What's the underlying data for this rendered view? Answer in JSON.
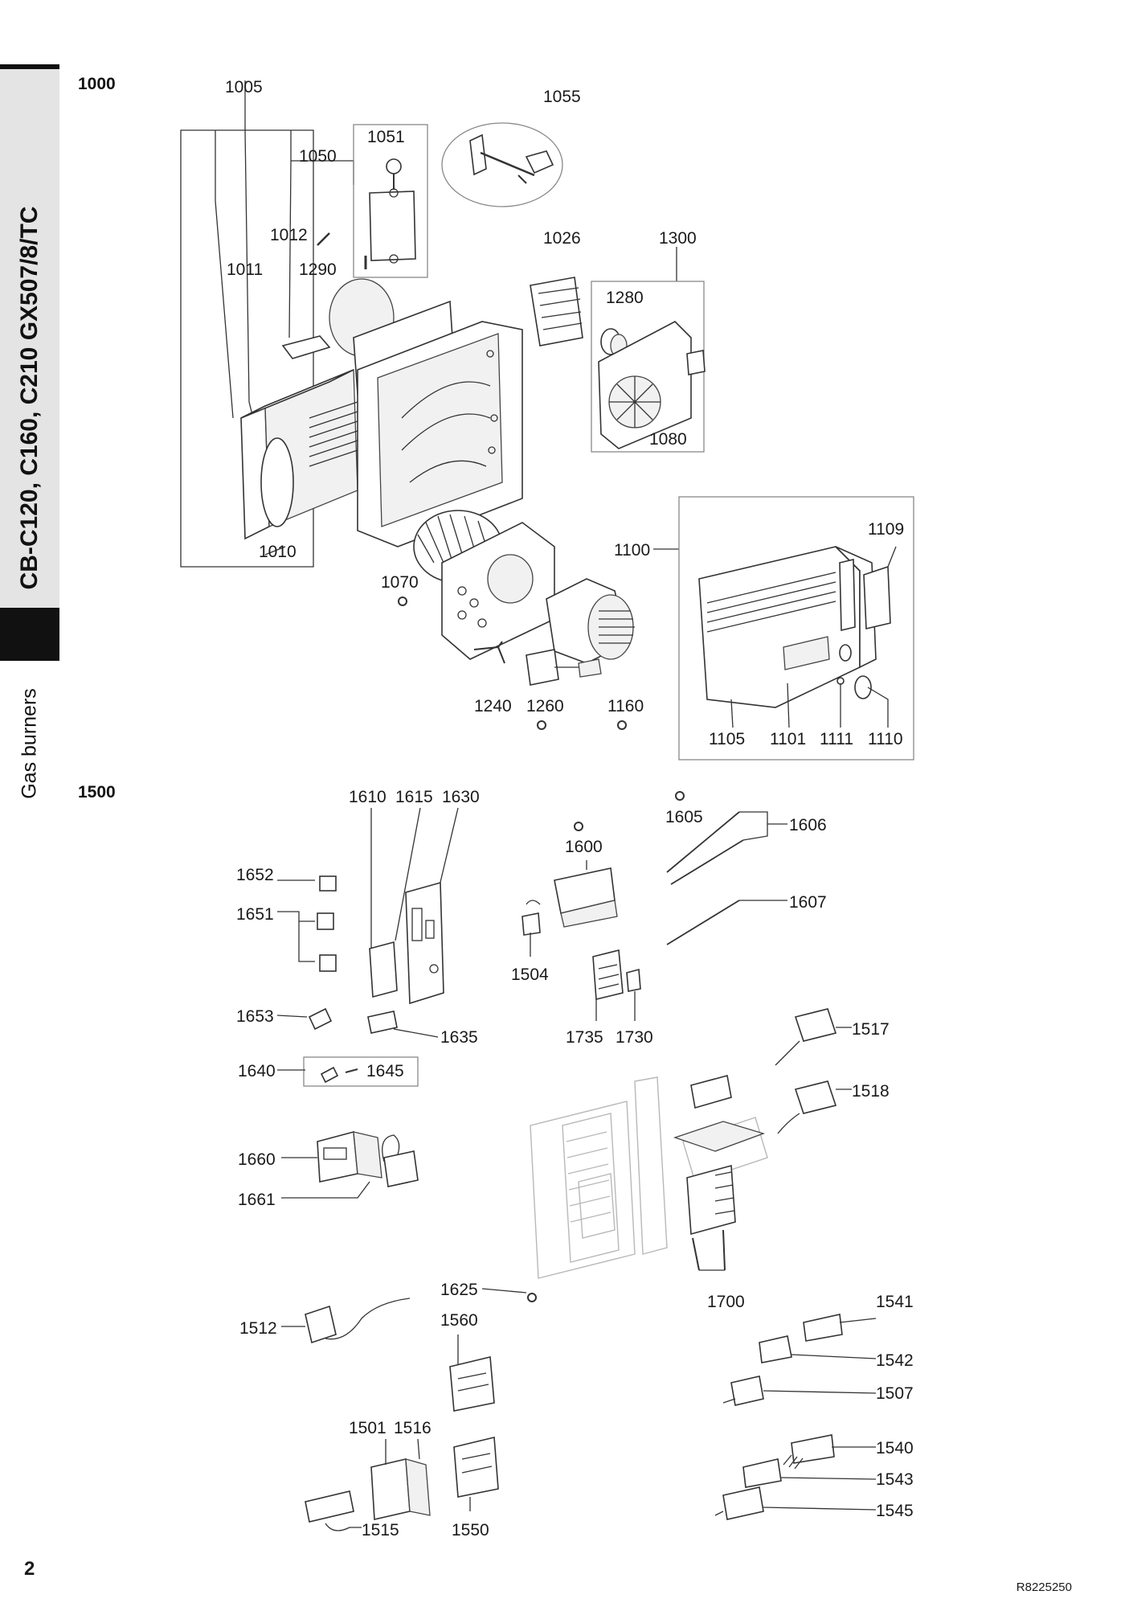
{
  "sidebar": {
    "title": "CB-C120, C160, C210 GX507/8/TC",
    "section": "Gas burners"
  },
  "groups": {
    "g1000": "1000",
    "g1500": "1500"
  },
  "callouts": {
    "c1005": "1005",
    "c1055": "1055",
    "c1051": "1051",
    "c1050": "1050",
    "c1012": "1012",
    "c1011": "1011",
    "c1290": "1290",
    "c1026": "1026",
    "c1300": "1300",
    "c1280": "1280",
    "c1080": "1080",
    "c1010": "1010",
    "c1070": "1070",
    "c1100": "1100",
    "c1109": "1109",
    "c1240": "1240",
    "c1260": "1260",
    "c1160": "1160",
    "c1105": "1105",
    "c1101": "1101",
    "c1111": "1111",
    "c1110": "1110",
    "c1610": "1610",
    "c1615": "1615",
    "c1630": "1630",
    "c1605": "1605",
    "c1606": "1606",
    "c1600": "1600",
    "c1652": "1652",
    "c1651": "1651",
    "c1607": "1607",
    "c1504": "1504",
    "c1653": "1653",
    "c1635": "1635",
    "c1735": "1735",
    "c1730": "1730",
    "c1517": "1517",
    "c1640": "1640",
    "c1645": "1645",
    "c1518": "1518",
    "c1660": "1660",
    "c1661": "1661",
    "c1625": "1625",
    "c1700": "1700",
    "c1541": "1541",
    "c1560": "1560",
    "c1512": "1512",
    "c1542": "1542",
    "c1507": "1507",
    "c1501": "1501",
    "c1516": "1516",
    "c1540": "1540",
    "c1543": "1543",
    "c1545": "1545",
    "c1515": "1515",
    "c1550": "1550"
  },
  "footer": {
    "page_number": "2",
    "doc_code": "R8225250"
  }
}
